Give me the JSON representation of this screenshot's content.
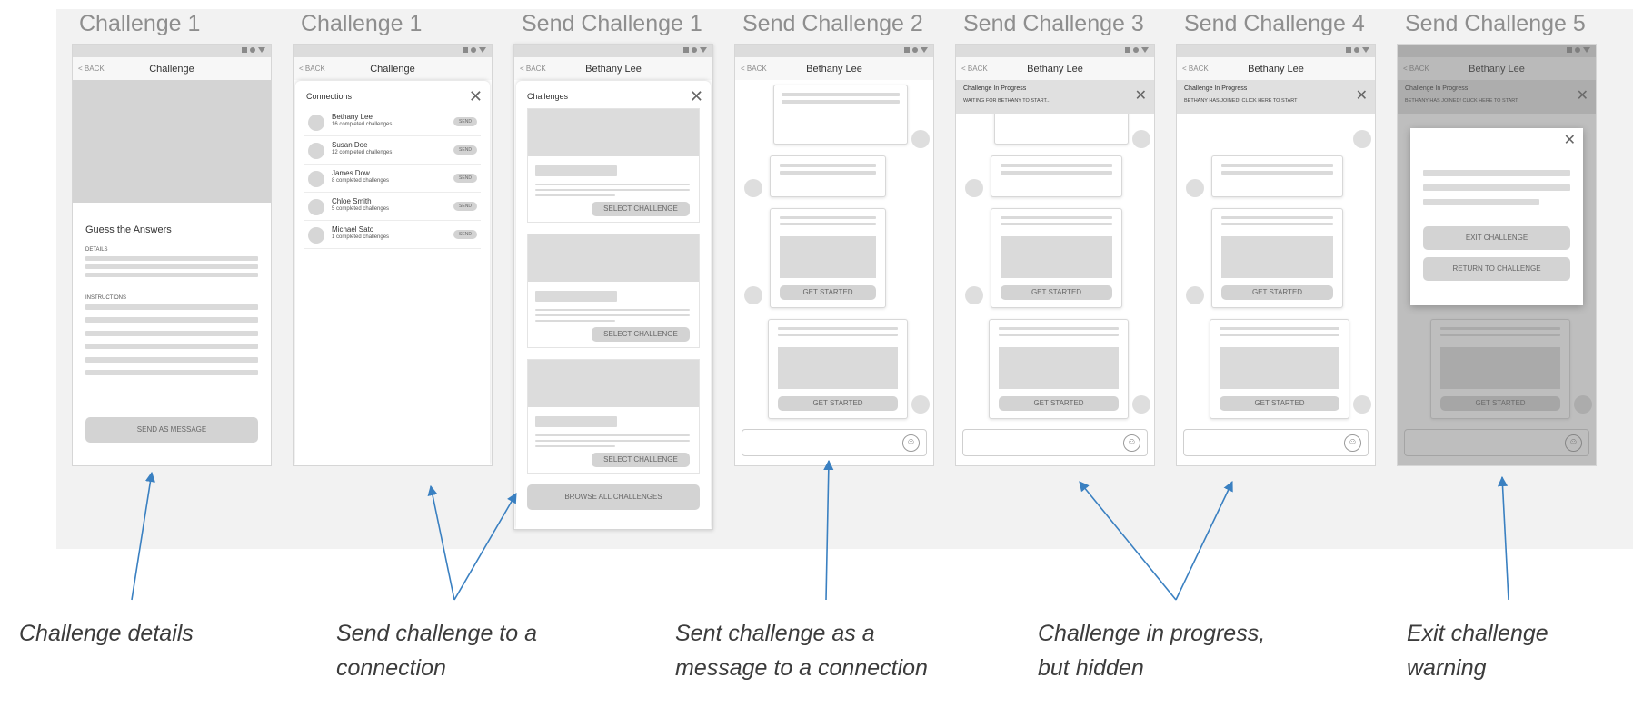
{
  "colors": {
    "arrow": "#3a80c1",
    "board": "#f2f2f2",
    "placeholder": "#dadada"
  },
  "screens": {
    "s1": {
      "title": "Challenge 1",
      "back": "< BACK",
      "nav_title": "Challenge",
      "heading": "Guess the Answers",
      "details_label": "DETAILS",
      "instructions_label": "INSTRUCTIONS",
      "button": "SEND AS MESSAGE"
    },
    "s2": {
      "title": "Challenge 1",
      "back": "< BACK",
      "nav_title": "Challenge",
      "sheet_title": "Connections",
      "close": "✕",
      "connections": [
        {
          "name": "Bethany Lee",
          "sub": "16 completed challenges",
          "action": "SEND"
        },
        {
          "name": "Susan Doe",
          "sub": "12 completed challenges",
          "action": "SEND"
        },
        {
          "name": "James Dow",
          "sub": "8 completed challenges",
          "action": "SEND"
        },
        {
          "name": "Chloe Smith",
          "sub": "5 completed challenges",
          "action": "SEND"
        },
        {
          "name": "Michael Sato",
          "sub": "1 completed challenges",
          "action": "SEND"
        }
      ]
    },
    "s3": {
      "title": "Send Challenge 1",
      "back": "< BACK",
      "nav_title": "Bethany Lee",
      "sheet_title": "Challenges",
      "close": "✕",
      "select": "SELECT CHALLENGE",
      "browse": "BROWSE ALL CHALLENGES"
    },
    "s4": {
      "title": "Send Challenge 2",
      "back": "< BACK",
      "nav_title": "Bethany Lee",
      "get_started": "GET STARTED",
      "composer_icon": "☺"
    },
    "s5": {
      "title": "Send Challenge 3",
      "back": "< BACK",
      "nav_title": "Bethany Lee",
      "banner_title": "Challenge In Progress",
      "banner_sub": "WAITING FOR BETHANY TO START...",
      "close": "✕",
      "get_started": "GET STARTED",
      "composer_icon": "☺"
    },
    "s6": {
      "title": "Send Challenge 4",
      "back": "< BACK",
      "nav_title": "Bethany Lee",
      "banner_title": "Challenge In Progress",
      "banner_sub": "BETHANY HAS JOINED! CLICK HERE TO START",
      "close": "✕",
      "get_started": "GET STARTED",
      "composer_icon": "☺"
    },
    "s7": {
      "title": "Send Challenge 5",
      "back": "< BACK",
      "nav_title": "Bethany Lee",
      "banner_title": "Challenge In Progress",
      "banner_sub": "BETHANY HAS JOINED! CLICK HERE TO START",
      "close": "✕",
      "exit": "EXIT CHALLENGE",
      "return": "RETURN TO CHALLENGE",
      "get_started": "GET STARTED",
      "composer_icon": "☺"
    }
  },
  "captions": {
    "c1": "Challenge details",
    "c2": "Send challenge to a\nconnection",
    "c3": "Sent challenge as a\nmessage to a connection",
    "c4": "Challenge in progress,\nbut hidden",
    "c5": "Exit challenge\nwarning"
  }
}
